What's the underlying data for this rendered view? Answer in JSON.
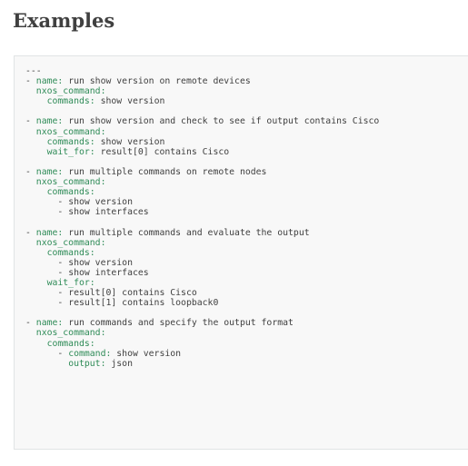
{
  "heading": "Examples",
  "code_lines": [
    {
      "indent": "",
      "dash": "",
      "key": "",
      "value": "---"
    },
    {
      "indent": "",
      "dash": "- ",
      "key": "name:",
      "value": " run show version on remote devices"
    },
    {
      "indent": "  ",
      "dash": "",
      "key": "nxos_command:",
      "value": ""
    },
    {
      "indent": "    ",
      "dash": "",
      "key": "commands:",
      "value": " show version"
    },
    {
      "blank": true
    },
    {
      "indent": "",
      "dash": "- ",
      "key": "name:",
      "value": " run show version and check to see if output contains Cisco"
    },
    {
      "indent": "  ",
      "dash": "",
      "key": "nxos_command:",
      "value": ""
    },
    {
      "indent": "    ",
      "dash": "",
      "key": "commands:",
      "value": " show version"
    },
    {
      "indent": "    ",
      "dash": "",
      "key": "wait_for:",
      "value": " result[0] contains Cisco"
    },
    {
      "blank": true
    },
    {
      "indent": "",
      "dash": "- ",
      "key": "name:",
      "value": " run multiple commands on remote nodes"
    },
    {
      "indent": "  ",
      "dash": "",
      "key": "nxos_command:",
      "value": ""
    },
    {
      "indent": "    ",
      "dash": "",
      "key": "commands:",
      "value": ""
    },
    {
      "indent": "      ",
      "dash": "- ",
      "key": "",
      "value": "show version"
    },
    {
      "indent": "      ",
      "dash": "- ",
      "key": "",
      "value": "show interfaces"
    },
    {
      "blank": true
    },
    {
      "indent": "",
      "dash": "- ",
      "key": "name:",
      "value": " run multiple commands and evaluate the output"
    },
    {
      "indent": "  ",
      "dash": "",
      "key": "nxos_command:",
      "value": ""
    },
    {
      "indent": "    ",
      "dash": "",
      "key": "commands:",
      "value": ""
    },
    {
      "indent": "      ",
      "dash": "- ",
      "key": "",
      "value": "show version"
    },
    {
      "indent": "      ",
      "dash": "- ",
      "key": "",
      "value": "show interfaces"
    },
    {
      "indent": "    ",
      "dash": "",
      "key": "wait_for:",
      "value": ""
    },
    {
      "indent": "      ",
      "dash": "- ",
      "key": "",
      "value": "result[0] contains Cisco"
    },
    {
      "indent": "      ",
      "dash": "- ",
      "key": "",
      "value": "result[1] contains loopback0"
    },
    {
      "blank": true
    },
    {
      "indent": "",
      "dash": "- ",
      "key": "name:",
      "value": " run commands and specify the output format"
    },
    {
      "indent": "  ",
      "dash": "",
      "key": "nxos_command:",
      "value": ""
    },
    {
      "indent": "    ",
      "dash": "",
      "key": "commands:",
      "value": ""
    },
    {
      "indent": "      ",
      "dash": "- ",
      "key": "command:",
      "value": " show version"
    },
    {
      "indent": "        ",
      "dash": "",
      "key": "output:",
      "value": " json"
    }
  ]
}
